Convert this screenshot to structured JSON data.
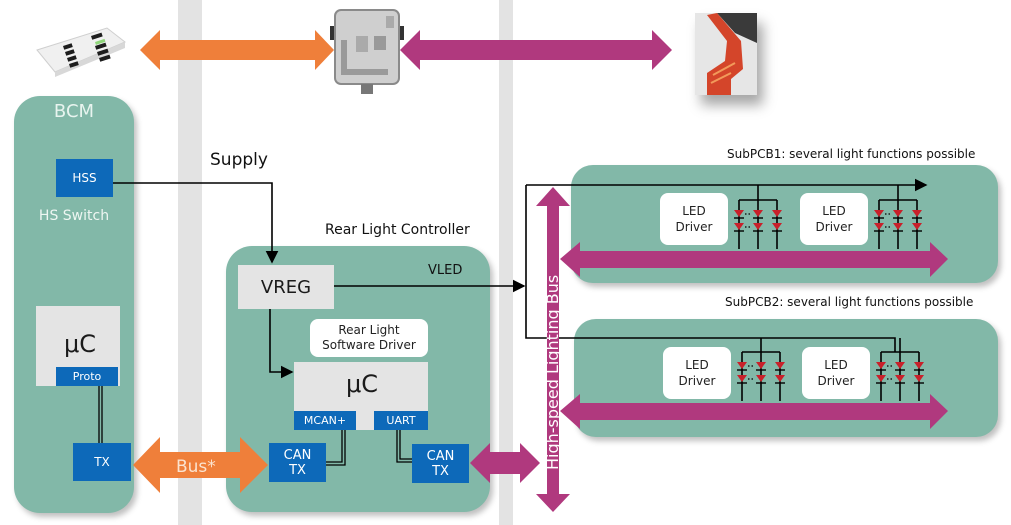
{
  "colors": {
    "panel": "#82b8a8",
    "block_blue": "#0d69b9",
    "bus_orange": "#ef7f3a",
    "bus_magenta": "#b0397e",
    "led_red": "#c8202a",
    "separator": "#e3e3e3"
  },
  "top_row": {
    "bcm_photo": "bcm-module-photo",
    "controller_photo": "rear-light-controller-photo",
    "lamp_photo": "rear-lamp-photo"
  },
  "bcm": {
    "title": "BCM",
    "hss_label": "HSS",
    "hs_switch_label": "HS Switch",
    "uc_label": "μC",
    "proto_label": "Proto",
    "tx_label": "TX"
  },
  "supply_label": "Supply",
  "bus_label": "Bus*",
  "rlc": {
    "title": "Rear Light Controller",
    "vreg_label": "VREG",
    "vled_label": "VLED",
    "sw_driver_line1": "Rear Light",
    "sw_driver_line2": "Software Driver",
    "uc_label": "μC",
    "mcan_label": "MCAN+",
    "uart_label": "UART",
    "can_tx_left_line1": "CAN",
    "can_tx_left_line2": "TX",
    "can_tx_right_line1": "CAN",
    "can_tx_right_line2": "TX"
  },
  "lighting_bus_label": "High-speed Lighting Bus",
  "subpcbs": [
    {
      "title": "SubPCB1: several light functions possible",
      "drivers": [
        {
          "line1": "LED",
          "line2": "Driver"
        },
        {
          "line1": "LED",
          "line2": "Driver"
        }
      ]
    },
    {
      "title": "SubPCB2: several light functions possible",
      "drivers": [
        {
          "line1": "LED",
          "line2": "Driver"
        },
        {
          "line1": "LED",
          "line2": "Driver"
        }
      ]
    }
  ]
}
